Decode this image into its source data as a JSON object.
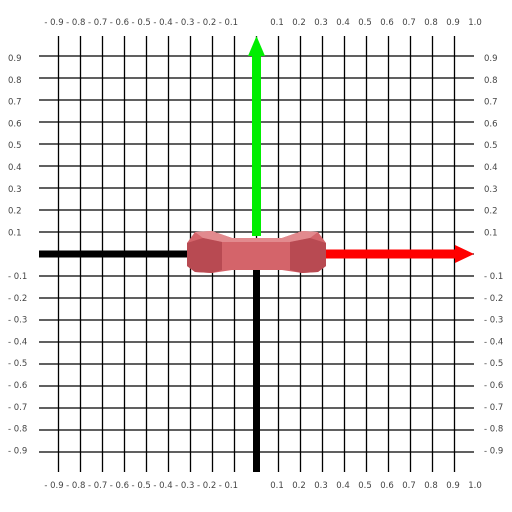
{
  "axes": {
    "x_top_labels": [
      "- 0.9",
      "- 0.8",
      "- 0.7",
      "- 0.6",
      "- 0.5",
      "- 0.4",
      "- 0.3",
      "- 0.2",
      "- 0.1",
      "0.1",
      "0.2",
      "0.3",
      "0.4",
      "0.5",
      "0.6",
      "0.7",
      "0.8",
      "0.9",
      "1.0"
    ],
    "x_bottom_labels": [
      "- 0.9",
      "- 0.8",
      "- 0.7",
      "- 0.6",
      "- 0.5",
      "- 0.4",
      "- 0.3",
      "- 0.2",
      "- 0.1",
      "0.1",
      "0.2",
      "0.3",
      "0.4",
      "0.5",
      "0.6",
      "0.7",
      "0.8",
      "0.9",
      "1.0"
    ],
    "y_left_labels": [
      "0.9",
      "0.8",
      "0.7",
      "0.6",
      "0.5",
      "0.4",
      "0.3",
      "0.2",
      "0.1",
      "- 0.1",
      "- 0.2",
      "- 0.3",
      "- 0.4",
      "- 0.5",
      "- 0.6",
      "- 0.7",
      "- 0.8",
      "- 0.9"
    ],
    "y_right_labels": [
      "0.9",
      "0.8",
      "0.7",
      "0.6",
      "0.5",
      "0.4",
      "0.3",
      "0.2",
      "0.1",
      "- 0.1",
      "- 0.2",
      "- 0.3",
      "- 0.4",
      "- 0.5",
      "- 0.6",
      "- 0.7",
      "- 0.8",
      "- 0.9"
    ]
  },
  "colors": {
    "grid": "#000000",
    "axis": "#000000",
    "x_arrow": "#ff0000",
    "y_arrow": "#00ee00",
    "object_fill": "#d4646a",
    "object_dark": "#b84a52",
    "object_light": "#e28a8e"
  }
}
